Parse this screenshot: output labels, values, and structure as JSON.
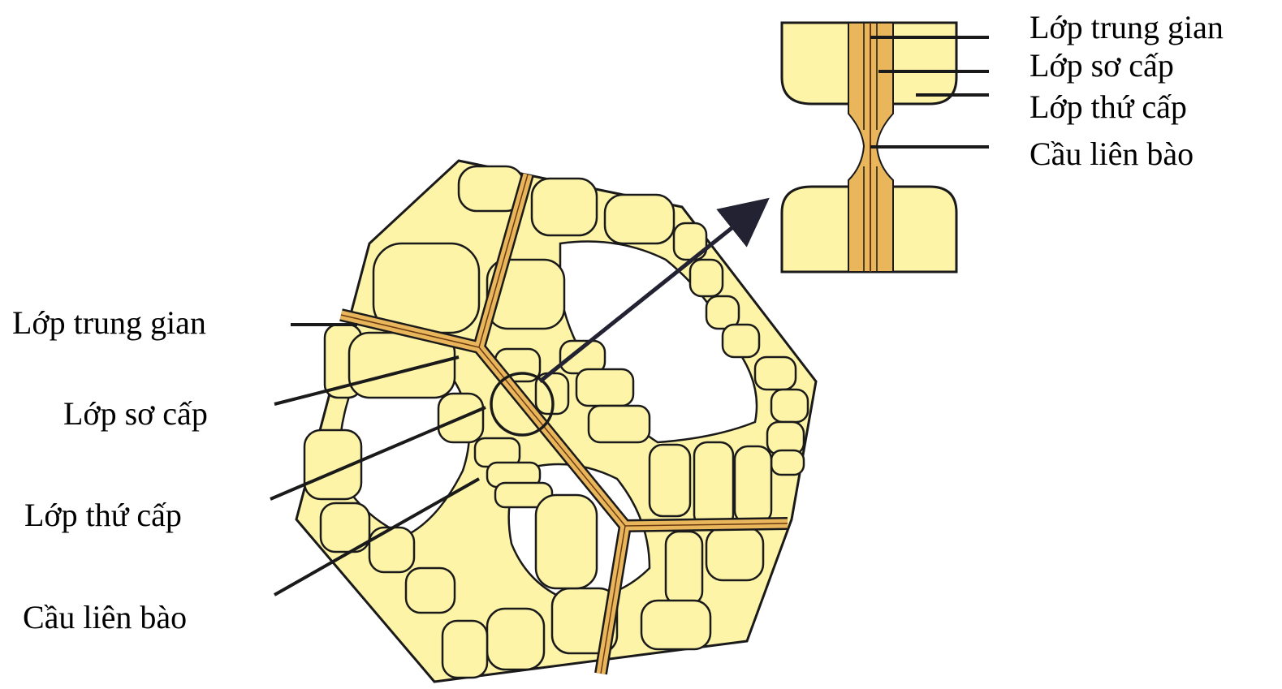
{
  "labels_left": [
    "Lớp trung gian",
    "Lớp sơ cấp",
    "Lớp thứ cấp",
    "Cầu liên bào"
  ],
  "labels_right": [
    "Lớp trung gian",
    "Lớp sơ cấp",
    "Lớp thứ cấp",
    "Cầu liên bào"
  ],
  "colors": {
    "cell_fill": "#fdf4a8",
    "wall_fill": "#e9b65c",
    "outline": "#1a1a1a",
    "arrow": "#222233"
  }
}
